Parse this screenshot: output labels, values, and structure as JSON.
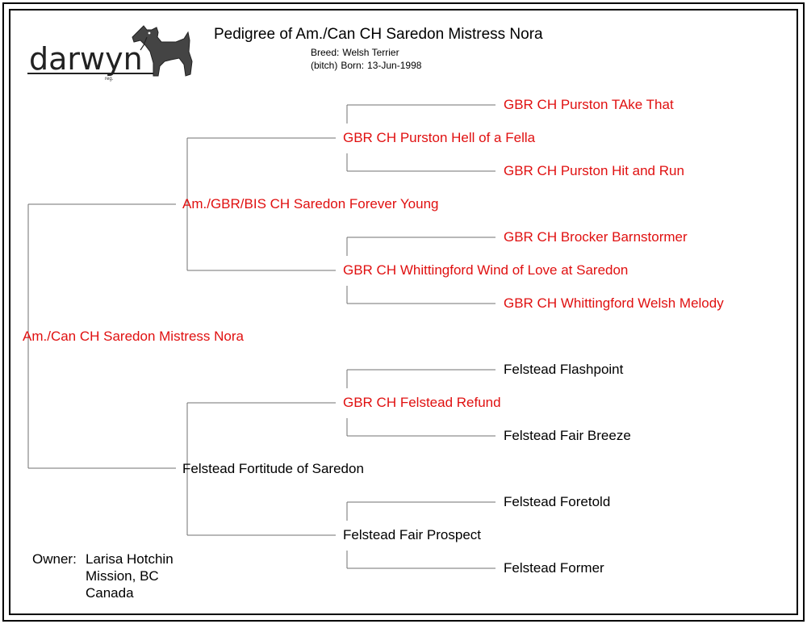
{
  "header": {
    "title": "Pedigree of Am./Can CH Saredon Mistress Nora",
    "breed_label": "Breed:",
    "breed_value": "Welsh Terrier",
    "sex": "(bitch)",
    "born_label": "Born:",
    "born_value": "13-Jun-1998"
  },
  "logo": {
    "text": "darwyn",
    "reg": "reg.",
    "icon": "welsh-terrier-dog-icon"
  },
  "pedigree": {
    "subject": "Am./Can CH Saredon Mistress Nora",
    "sire": "Am./GBR/BIS CH Saredon Forever Young",
    "dam": "Felstead Fortitude of Saredon",
    "sire_sire": "GBR CH Purston Hell of a Fella",
    "sire_dam": "GBR CH Whittingford Wind of Love at Saredon",
    "dam_sire": "GBR CH Felstead Refund",
    "dam_dam": "Felstead Fair Prospect",
    "sss": "GBR CH Purston TAke That",
    "ssd": "GBR CH Purston Hit and Run",
    "sds": "GBR CH Brocker Barnstormer",
    "sdd": "GBR CH Whittingford Welsh Melody",
    "dss": "Felstead Flashpoint",
    "dsd": "Felstead Fair Breeze",
    "dds": "Felstead Foretold",
    "ddd": "Felstead Former"
  },
  "owner": {
    "label": "Owner:",
    "name": "Larisa Hotchin",
    "city": "Mission, BC",
    "country": "Canada"
  },
  "colors": {
    "champion": "#e01010",
    "text": "#000000",
    "line": "#707070"
  }
}
